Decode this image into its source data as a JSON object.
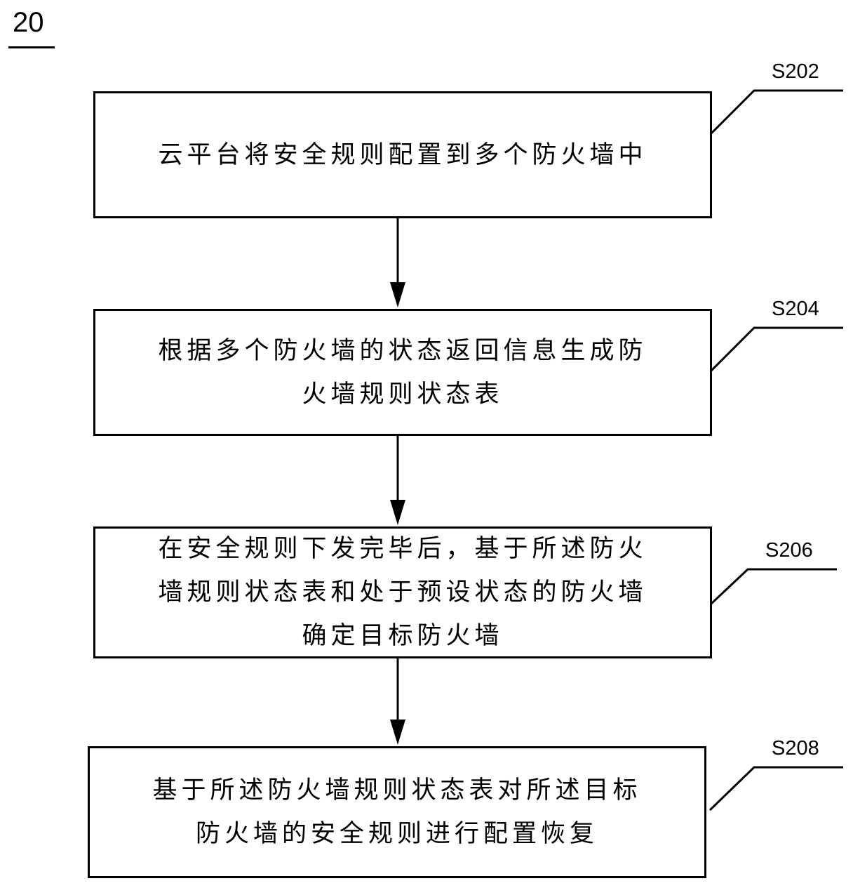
{
  "figure": {
    "number": "20"
  },
  "steps": [
    {
      "id": "S202",
      "label": "S202",
      "text": "云平台将安全规则配置到多个防火墙中"
    },
    {
      "id": "S204",
      "label": "S204",
      "text_lines": [
        "根据多个防火墙的状态返回信息生成防",
        "火墙规则状态表"
      ]
    },
    {
      "id": "S206",
      "label": "S206",
      "text_lines": [
        "在安全规则下发完毕后，基于所述防火",
        "墙规则状态表和处于预设状态的防火墙",
        "确定目标防火墙"
      ]
    },
    {
      "id": "S208",
      "label": "S208",
      "text_lines": [
        "基于所述防火墙规则状态表对所述目标",
        "防火墙的安全规则进行配置恢复"
      ]
    }
  ],
  "connectors": [
    {
      "from": "S202",
      "to": "S204",
      "type": "arrow"
    },
    {
      "from": "S204",
      "to": "S206",
      "type": "arrow"
    },
    {
      "from": "S206",
      "to": "S208",
      "type": "arrow"
    }
  ],
  "colors": {
    "stroke": "#000000",
    "background": "#ffffff"
  }
}
